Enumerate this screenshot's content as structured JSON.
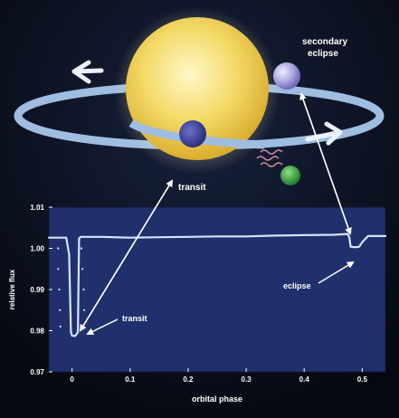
{
  "labels": {
    "secondary_eclipse_line1": "secondary",
    "secondary_eclipse_line2": "eclipse",
    "transit_top": "transit",
    "transit_plot": "transit",
    "eclipse_plot": "eclipse"
  },
  "colors": {
    "background": "#0a0f1c",
    "panel": "#20306c",
    "star": "#f1d463",
    "orbit_ring": "#9fbde0",
    "planet_transit": "#3a3f9a",
    "planet_eclipse": "#b7b3e8",
    "planet_small": "#2aa53a",
    "curve": "#cfe6ff"
  },
  "chart_data": {
    "type": "line",
    "xlabel": "orbital phase",
    "ylabel": "relative flux",
    "xlim": [
      -0.04,
      0.54
    ],
    "ylim": [
      0.97,
      1.01
    ],
    "xticks": [
      "0",
      "0.1",
      "0.2",
      "0.3",
      "0.4",
      "0.5"
    ],
    "xtick_values": [
      0,
      0.1,
      0.2,
      0.3,
      0.4,
      0.5
    ],
    "yticks": [
      "0.97",
      "0.98",
      "0.99",
      "1.00",
      "1.01"
    ],
    "ytick_values": [
      0.97,
      0.98,
      0.99,
      1.0,
      1.01
    ],
    "series": [
      {
        "x": [
          -0.04,
          -0.01,
          -0.005,
          -0.002,
          0.0,
          0.005,
          0.01,
          0.012,
          0.015,
          0.05,
          0.1,
          0.15,
          0.2,
          0.25,
          0.3,
          0.35,
          0.4,
          0.45,
          0.475,
          0.478,
          0.48,
          0.485,
          0.49,
          0.495,
          0.5,
          0.51,
          0.54
        ],
        "y": [
          1.0026,
          1.0026,
          0.9986,
          0.9796,
          0.9788,
          0.9787,
          0.9796,
          1.0024,
          1.0028,
          1.0028,
          1.0026,
          1.0027,
          1.0028,
          1.0029,
          1.0029,
          1.0031,
          1.0032,
          1.0033,
          1.0035,
          1.0026,
          1.0004,
          1.0003,
          1.0003,
          1.0004,
          1.0015,
          1.003,
          1.003
        ]
      }
    ],
    "grid": false,
    "legend": "none"
  }
}
